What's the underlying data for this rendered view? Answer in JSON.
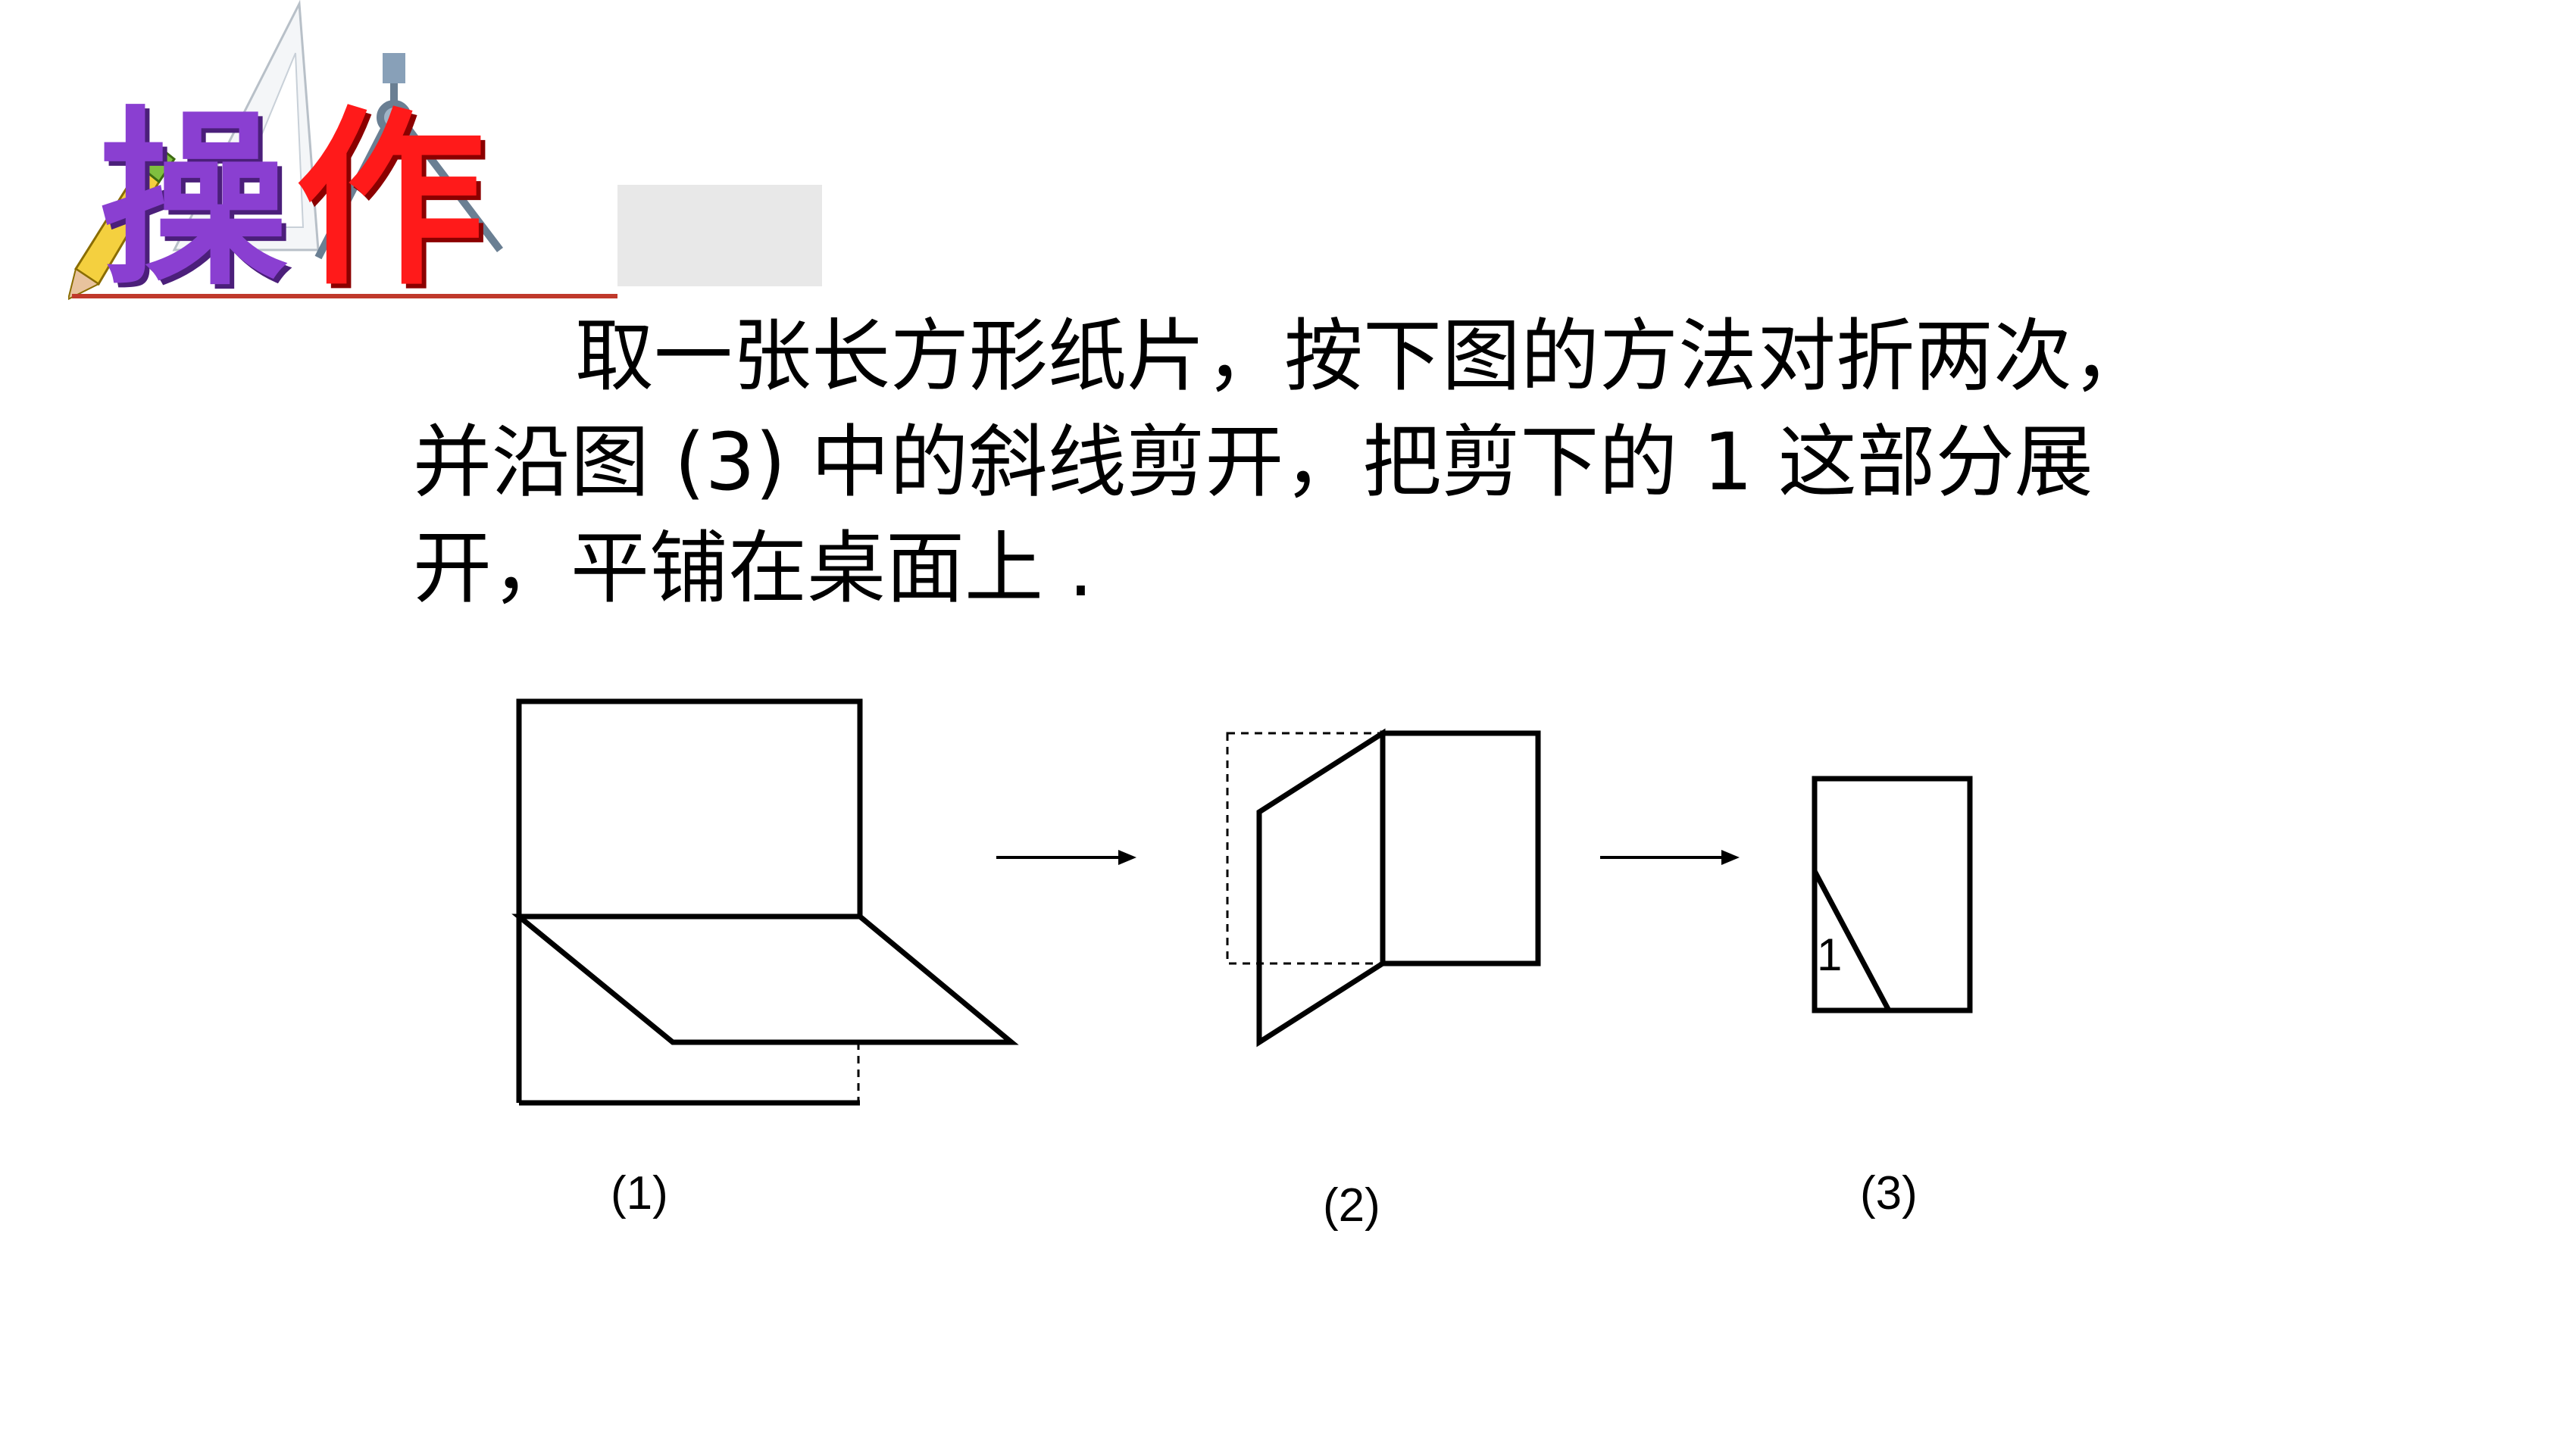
{
  "header": {
    "title_char_1": "操",
    "title_char_2": "作",
    "title_color_1": "#8a3fd1",
    "title_color_2": "#ff1a1a"
  },
  "instructions": {
    "line1": "取一张长方形纸片，按下图的方法对折两次，",
    "line2": "并沿图 (3) 中的斜线剪开，把剪下的 1 这部分展",
    "line3": "开，平铺在桌面上 ."
  },
  "figures": {
    "fig1_label": "(1)",
    "fig2_label": "(2)",
    "fig3_label": "(3)",
    "cut_piece_label": "1"
  }
}
